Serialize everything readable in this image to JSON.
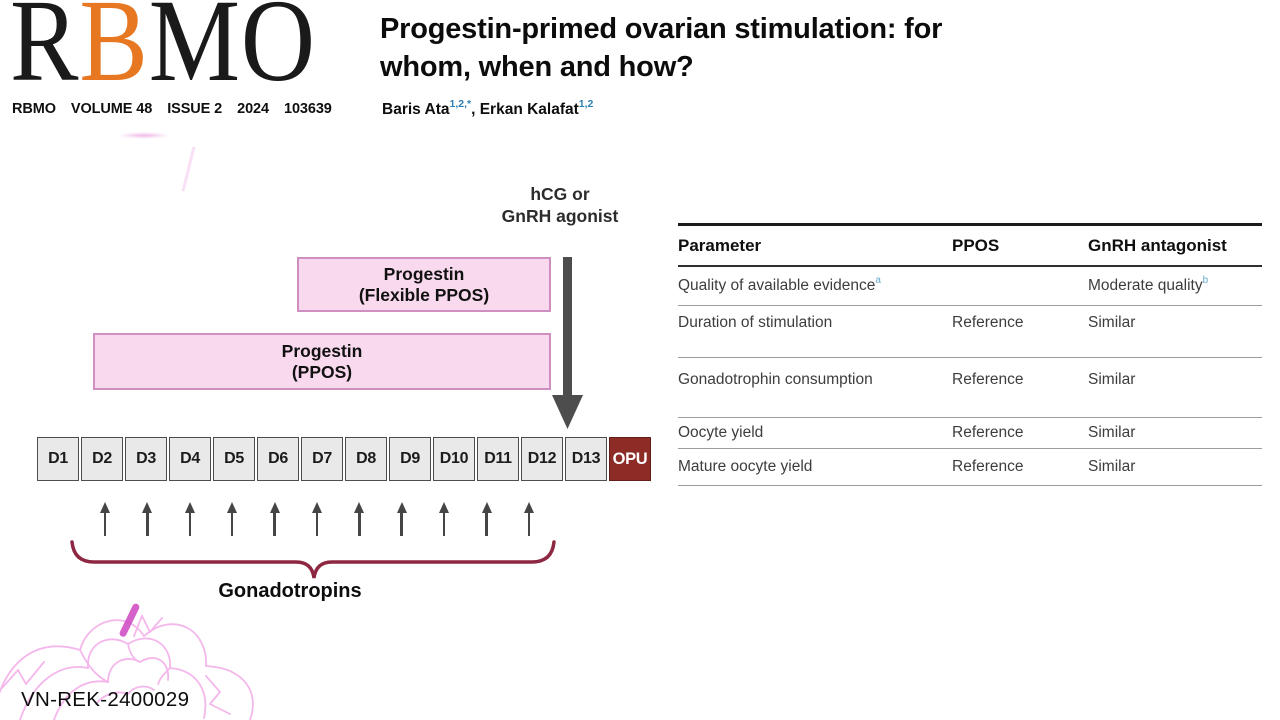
{
  "journal": {
    "logo": {
      "r": "R",
      "b": "B",
      "mo": "MO"
    },
    "meta": [
      "RBMO",
      "VOLUME 48",
      "ISSUE 2",
      "2024",
      "103639"
    ]
  },
  "header": {
    "title_lines": [
      "Progestin-primed ovarian stimulation: for",
      "whom, when and how?"
    ],
    "authors": [
      {
        "name": "Baris Ata",
        "sup": "1,2,*"
      },
      {
        "name": ", Erkan Kalafat",
        "sup": "1,2"
      }
    ]
  },
  "diagram": {
    "trigger_label_line1": "hCG or",
    "trigger_label_line2": "GnRH agonist",
    "flexible_box": {
      "line1": "Progestin",
      "line2": "(Flexible PPOS)"
    },
    "ppos_box": {
      "line1": "Progestin",
      "line2": "(PPOS)"
    },
    "timeline_days": [
      "D1",
      "D2",
      "D3",
      "D4",
      "D5",
      "D6",
      "D7",
      "D8",
      "D9",
      "D10",
      "D11",
      "D12",
      "D13"
    ],
    "opu_label": "OPU",
    "daily_arrow_count": 11,
    "gonadotropins_label": "Gonadotropins"
  },
  "table": {
    "headers": [
      "Parameter",
      "PPOS",
      "GnRH antagonist"
    ],
    "rows": [
      {
        "param": "Quality of available evidence",
        "param_sup": "a",
        "ppos": "",
        "gnrh": "Moderate quality",
        "gnrh_sup": "b"
      },
      {
        "param": "Duration of stimulation",
        "ppos": "Reference",
        "gnrh": "Similar"
      },
      {
        "param": "Gonadotrophin consumption",
        "ppos": "Reference",
        "gnrh": "Similar"
      },
      {
        "param": "Oocyte yield",
        "ppos": "Reference",
        "gnrh": "Similar"
      },
      {
        "param": "Mature oocyte yield",
        "ppos": "Reference",
        "gnrh": "Similar"
      }
    ]
  },
  "footer": {
    "code": "VN-REK-2400029"
  },
  "colors": {
    "logo_accent_orange": "#e87722",
    "author_superscript_blue": "#2e7fb5",
    "table_superscript_blue": "#68a8cf",
    "progestin_pink_fill": "#f8d9ed",
    "progestin_pink_border": "#cf8fc0",
    "timeline_gray_fill": "#e9e9e9",
    "timeline_border_gray": "#4d4d4d",
    "opu_dark_red": "#8d2b26",
    "arrow_dark_gray": "#4d4d4d",
    "brace_maroon": "#8e2742",
    "flower_pink": "#f3abe8"
  }
}
